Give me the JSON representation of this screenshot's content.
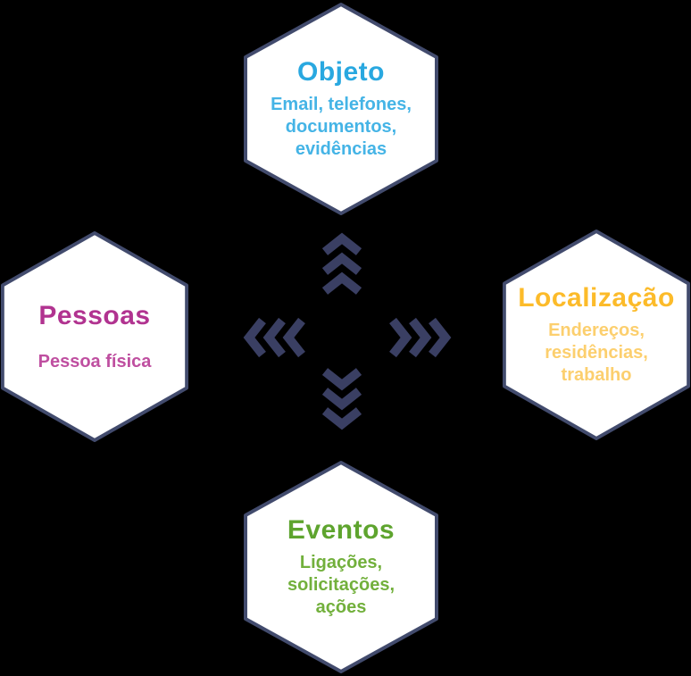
{
  "diagram": {
    "background": "#000000",
    "hex_border_color": "#424b6d",
    "hex_fill_color": "#ffffff",
    "chevron_color": "#3a3f63",
    "nodes": {
      "top": {
        "title": "Objeto",
        "subtitle": "Email, telefones, documentos, evidências",
        "title_color": "#29a8e0",
        "subtitle_color": "#45b4e6"
      },
      "left": {
        "title": "Pessoas",
        "subtitle": "Pessoa física",
        "title_color": "#b13390",
        "subtitle_color": "#bf4fa0"
      },
      "right": {
        "title": "Localização",
        "subtitle": "Endereços, residências, trabalho",
        "title_color": "#fcbb2a",
        "subtitle_color": "#fccf6e"
      },
      "bottom": {
        "title": "Eventos",
        "subtitle": "Ligações, solicitações, ações",
        "title_color": "#5ea42e",
        "subtitle_color": "#72b03c"
      }
    }
  }
}
